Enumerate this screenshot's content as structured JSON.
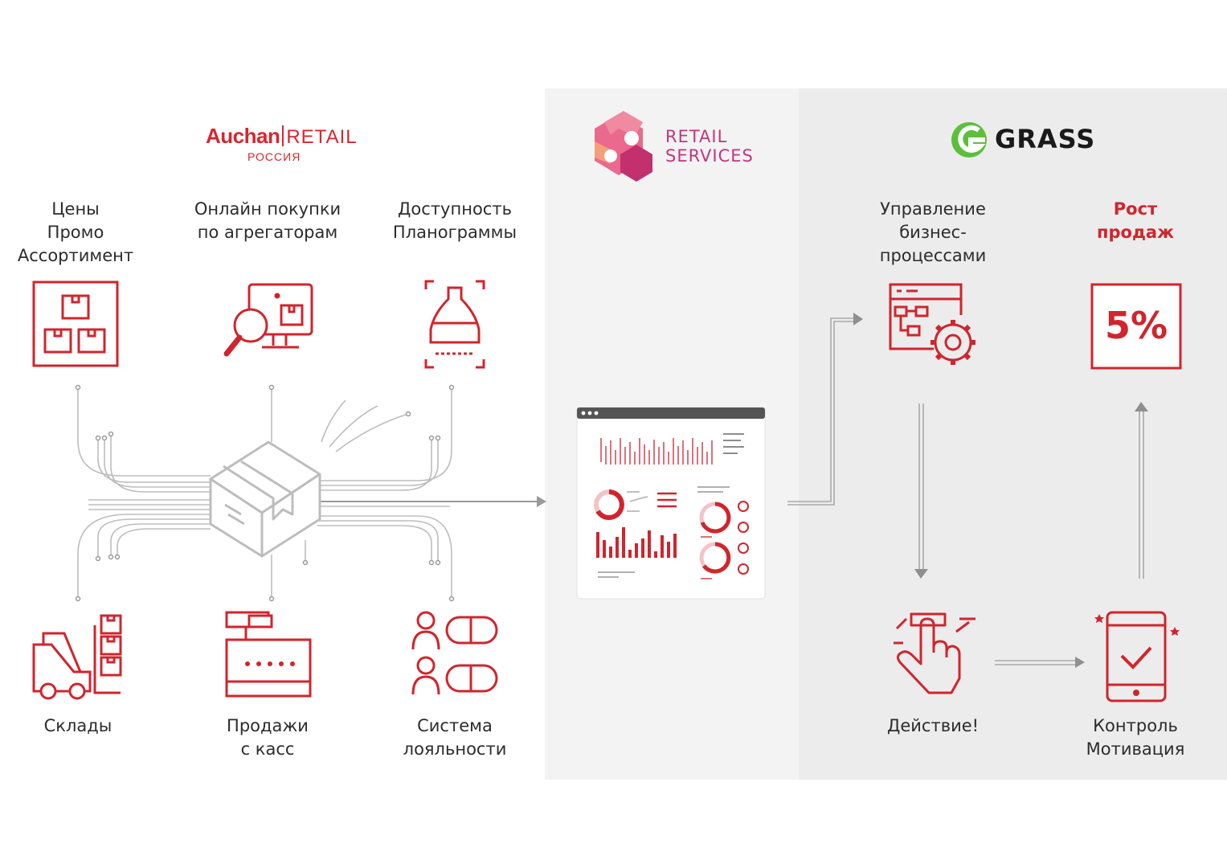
{
  "logos": {
    "auchan": {
      "brand": "Auchan",
      "division": "RETAIL",
      "country": "РОССИЯ"
    },
    "retail_services": {
      "text": "RETAIL\nSERVICES"
    },
    "grass": {
      "text": "GRASS"
    }
  },
  "sources_top": [
    {
      "label": "Цены\nПромо\nАссортимент",
      "icon": "boxes-icon"
    },
    {
      "label": "Онлайн покупки\nпо агрегаторам",
      "icon": "online-search-icon"
    },
    {
      "label": "Доступность\nПланограммы",
      "icon": "bottle-scan-icon"
    }
  ],
  "sources_bottom": [
    {
      "label": "Склады",
      "icon": "forklift-icon"
    },
    {
      "label": "Продажи\nс касс",
      "icon": "cash-register-icon"
    },
    {
      "label": "Система\nлояльности",
      "icon": "loyalty-cards-icon"
    }
  ],
  "process": {
    "manage": {
      "label": "Управление\nбизнес-\nпроцессами",
      "icon": "workflow-gear-icon"
    },
    "growth": {
      "label": "Рост\nпродаж",
      "icon": "percent-box-icon",
      "value": "5%"
    },
    "action": {
      "label": "Действие!",
      "icon": "tap-hand-icon"
    },
    "control": {
      "label": "Контроль\nМотивация",
      "icon": "phone-check-icon"
    }
  },
  "hub": {
    "icon": "package-box-icon"
  },
  "dashboard": {
    "icon": "dashboard-window-icon"
  },
  "colors": {
    "accent": "#d0252d",
    "line": "#b9b9b9",
    "panel_mid": "#f3f3f3",
    "panel_right": "#ececec"
  }
}
